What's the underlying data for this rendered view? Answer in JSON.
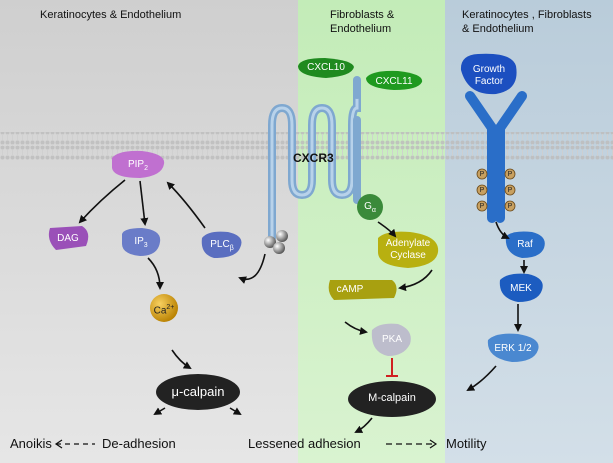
{
  "panels": [
    {
      "title": "Keratinocytes & Endothelium"
    },
    {
      "title_line1": "Fibroblasts &",
      "title_line2": "Endothelium"
    },
    {
      "title_line1": "Keratinocytes , Fibroblasts",
      "title_line2": "& Endothelium"
    }
  ],
  "nodes": {
    "cxcl10": "CXCL10",
    "cxcl11": "CXCL11",
    "growth_factor_line1": "Growth",
    "growth_factor_line2": "Factor",
    "receptor": "CXCR3",
    "pip": "PIP",
    "pip_sub": "2",
    "dag": "DAG",
    "ip": "IP",
    "ip_sub": "3",
    "plc": "PLC",
    "plc_sub": "β",
    "ca": "Ca",
    "ca_sup": "2+",
    "g": "G",
    "g_sub": "α",
    "adenylate_line1": "Adenylate",
    "adenylate_line2": "Cyclase",
    "camp": "cAMP",
    "pka": "PKA",
    "raf": "Raf",
    "mek": "MEK",
    "erk": "ERK 1/2",
    "mu_calpain": "μ-calpain",
    "m_calpain": "M-calpain",
    "phospho": "P"
  },
  "outcomes": {
    "anoikis": "Anoikis",
    "deadhesion": "De-adhesion",
    "lessened": "Lessened adhesion",
    "motility": "Motility"
  },
  "colors": {
    "panel_left": "#d6d6d6",
    "panel_mid": "#c9efc0",
    "panel_right": "#c4d4e0",
    "membrane": "#b8b8b8",
    "receptor": "#8fb4d8",
    "pip": "#c070d0",
    "dag": "#9a50b8",
    "ip": "#6a7cc8",
    "plc": "#5a6ec0",
    "ca": "#d8a010",
    "gprotein": "#3a8a3a",
    "adenylate": "#b8b010",
    "camp": "#a8a010",
    "pka": "#b8b8c8",
    "kinase": "#2a6ec8",
    "calpain": "#222222",
    "growth_factor": "#1a50c0",
    "chemokine": "#1a8a1a",
    "inhibit": "#d02020"
  }
}
